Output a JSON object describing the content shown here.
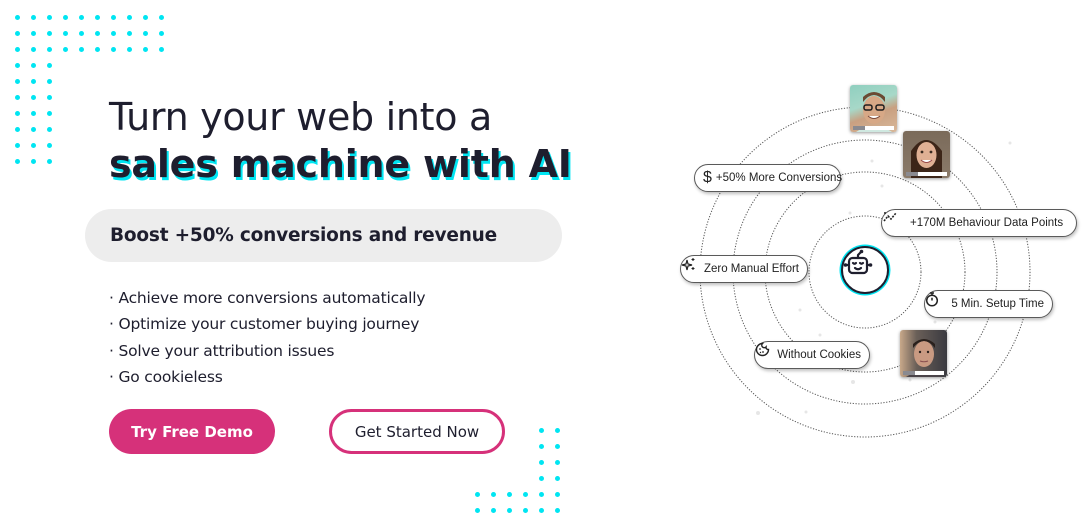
{
  "hero": {
    "title_line1": "Turn your web into a",
    "title_line2": "sales machine with AI",
    "subtitle": "Boost +50% conversions and revenue",
    "bullets": [
      "Achieve more conversions automatically",
      "Optimize your customer buying journey",
      "Solve your attribution issues",
      "Go cookieless"
    ]
  },
  "buttons": {
    "primary_label": "Try Free Demo",
    "secondary_label": "Get Started Now"
  },
  "diagram": {
    "center_icon": "robot-icon",
    "features": [
      {
        "label": "+50% More Conversions",
        "icon": "dollar-icon"
      },
      {
        "label": "+170M Behaviour Data Points",
        "icon": "trend-chart-icon"
      },
      {
        "label": "Zero Manual Effort",
        "icon": "sparkles-icon"
      },
      {
        "label": "5 Min. Setup Time",
        "icon": "stopwatch-icon"
      },
      {
        "label": "Without Cookies",
        "icon": "cookie-icon"
      }
    ],
    "avatars": [
      "man-with-glasses",
      "smiling-woman",
      "young-man"
    ]
  },
  "colors": {
    "accent_pink": "#d6317a",
    "accent_cyan": "#00e5f2",
    "text_dark": "#1e1e2e",
    "pill_bg": "#ededed"
  }
}
